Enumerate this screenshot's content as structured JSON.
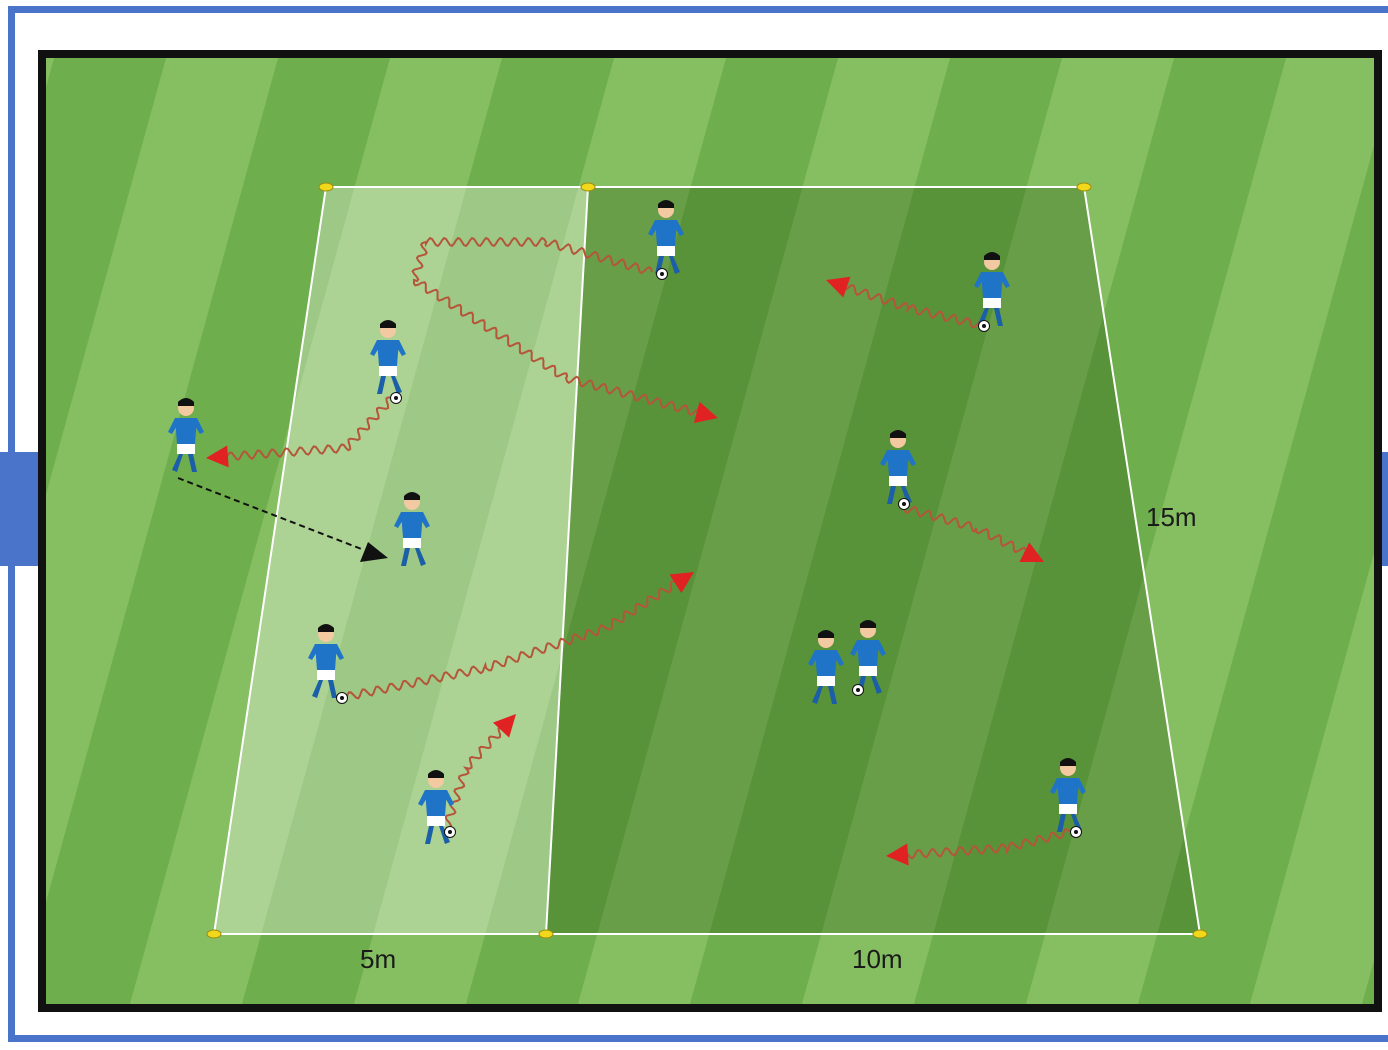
{
  "labels": {
    "width_left": "5m",
    "width_right": "10m",
    "length": "15m"
  },
  "colors": {
    "frame_blue": "#4a74c9",
    "grass_light": "#86bf62",
    "grass_dark": "#6fae4c",
    "zone_light": "rgba(255,255,255,0.32)",
    "zone_dark": "rgba(40,90,20,0.32)",
    "dribble_path": "#b5553a",
    "arrow_head": "#e02222",
    "pass_line": "#111111",
    "player_shirt": "#1f74c8",
    "cone": "#f2d81b"
  },
  "icons": {
    "player": "player-icon",
    "ball": "ball-icon",
    "cone": "cone-icon",
    "dribble": "dribble-arrow-icon",
    "pass": "pass-arrow-icon"
  }
}
